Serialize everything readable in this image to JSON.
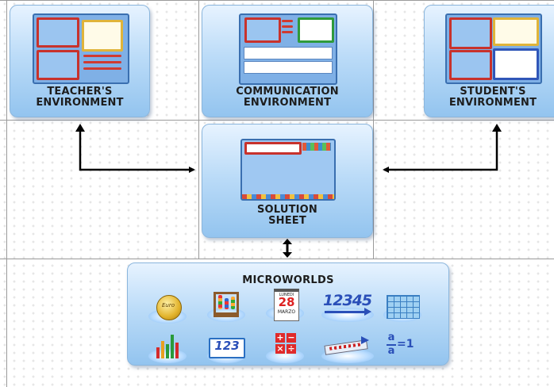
{
  "panels": {
    "teacher": "TEACHER'S\nENVIRONMENT",
    "communication": "COMMUNICATION\nENVIRONMENT",
    "student": "STUDENT'S\nENVIRONMENT",
    "solution": "SOLUTION\nSHEET"
  },
  "microworlds": {
    "title": "MICROWORLDS",
    "icons": [
      "euro-coin-icon",
      "abacus-icon",
      "calendar-icon",
      "number-strip-icon",
      "table-grid-icon",
      "bar-chart-icon",
      "number-card-icon",
      "operations-icon",
      "number-line-icon",
      "fraction-icon"
    ],
    "calendar": {
      "weekday": "LUNEDI",
      "day": "28",
      "month": "MARZO"
    },
    "number_strip_text": "12345",
    "number_card_text": "123",
    "coin_text": "Euro",
    "fraction": {
      "numerator": "a",
      "denominator": "a",
      "result": "=1"
    },
    "ops": [
      "+",
      "−",
      "×",
      "÷"
    ]
  },
  "colors": {
    "panel_blue": "#bcdcf8",
    "frame_red": "#c8322c",
    "arrow": "#000000"
  }
}
